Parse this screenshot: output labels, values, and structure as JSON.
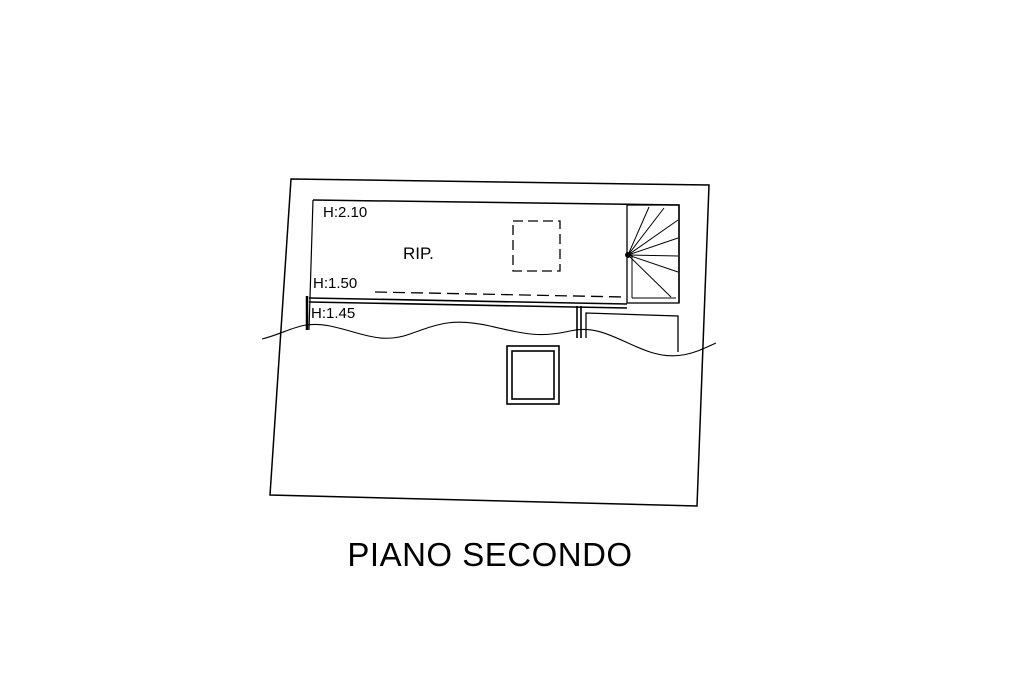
{
  "drawing": {
    "title": "PIANO SECONDO",
    "room_label": "RIP.",
    "heights": [
      "H:2.10",
      "H:1.50",
      "H:1.45"
    ]
  }
}
